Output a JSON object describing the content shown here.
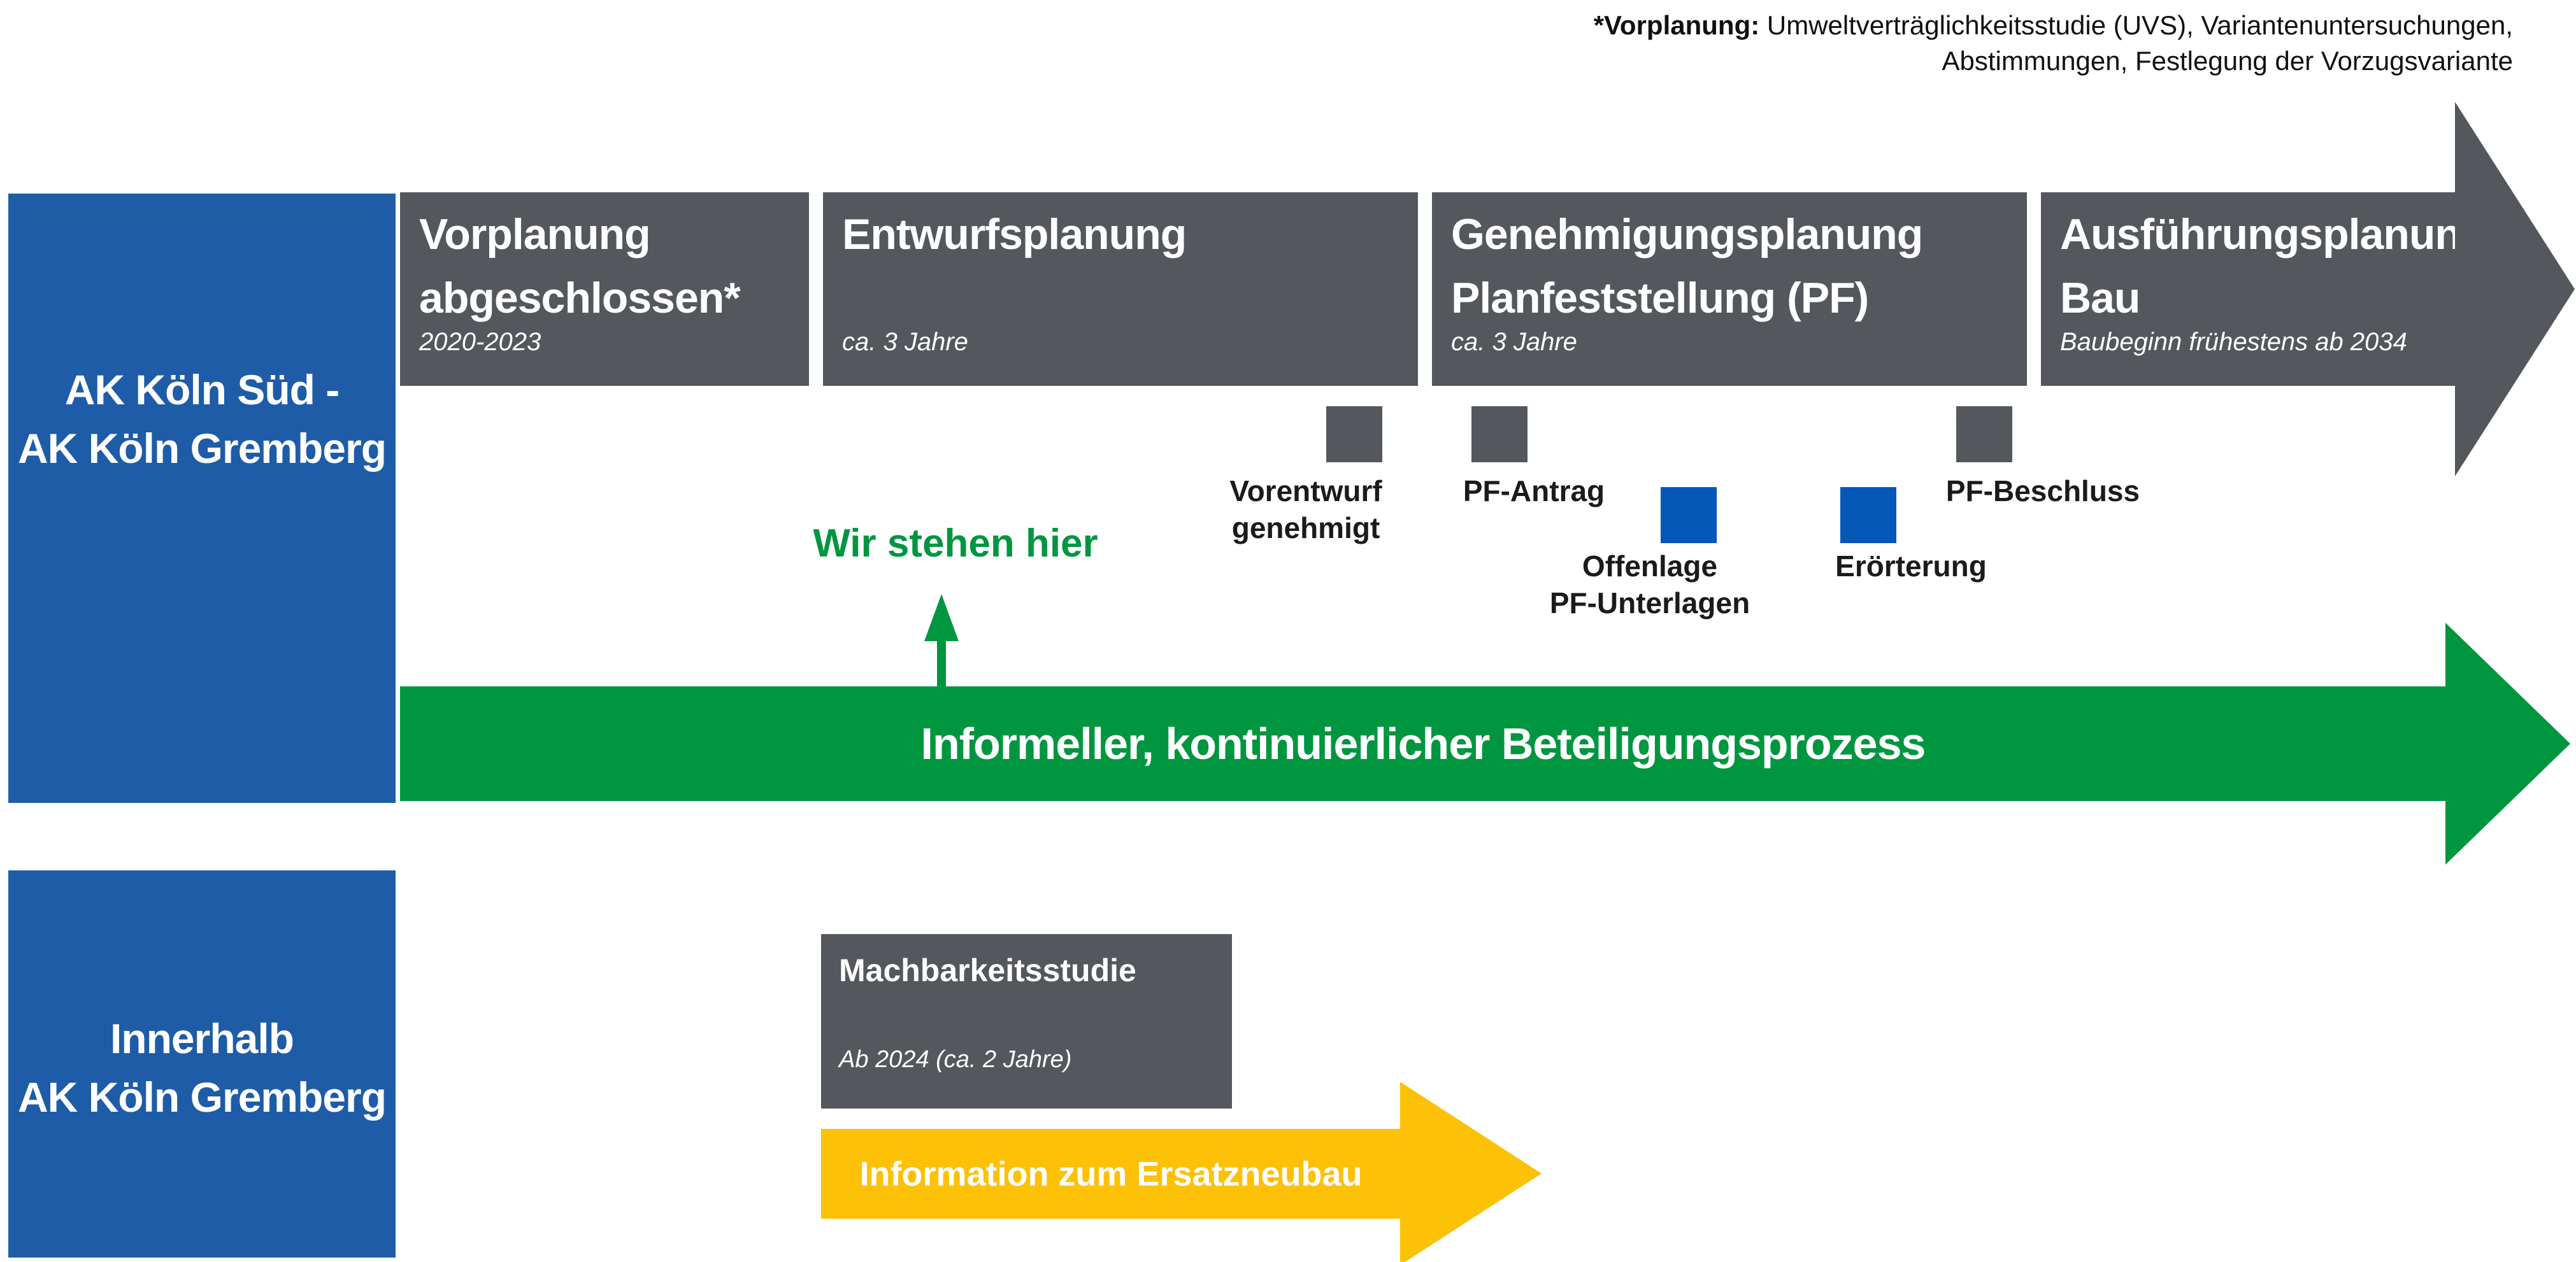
{
  "colors": {
    "lane_blue": "#1E5CA8",
    "milestone_blue": "#0557B8",
    "phase_gray": "#54575B",
    "process_green": "#009640",
    "info_yellow": "#FDC107"
  },
  "footnote": {
    "bold": "*Vorplanung:",
    "rest": "Umweltverträglichkeitsstudie (UVS), Variantenuntersuchungen,",
    "line2": "Abstimmungen, Festlegung der Vorzugsvariante"
  },
  "lanes": [
    {
      "line1": "AK Köln Süd -",
      "line2": "AK Köln Gremberg"
    },
    {
      "line1": "Innerhalb",
      "line2": "AK Köln Gremberg"
    }
  ],
  "phases": [
    {
      "title1": "Vorplanung",
      "title2": "abgeschlossen*",
      "subtitle": "2020-2023"
    },
    {
      "title1": "Entwurfsplanung",
      "title2": "",
      "subtitle": "ca. 3 Jahre"
    },
    {
      "title1": "Genehmigungsplanung",
      "title2": "Planfeststellung (PF)",
      "subtitle": "ca. 3 Jahre"
    },
    {
      "title1": "Ausführungsplanung",
      "title2": "Bau",
      "subtitle": "Baubeginn frühestens ab 2034"
    }
  ],
  "milestones": [
    {
      "line1": "Vorentwurf",
      "line2": "genehmigt",
      "color": "gray"
    },
    {
      "line1": "PF-Antrag",
      "line2": "",
      "color": "gray"
    },
    {
      "line1": "Offenlage",
      "line2": "PF-Unterlagen",
      "color": "blue"
    },
    {
      "line1": "Erörterung",
      "line2": "",
      "color": "blue"
    },
    {
      "line1": "PF-Beschluss",
      "line2": "",
      "color": "gray"
    }
  ],
  "status_marker": {
    "text": "Wir stehen hier"
  },
  "participation_arrow": {
    "text": "Informeller, kontinuierlicher Beteiligungsprozess"
  },
  "feasibility": {
    "title": "Machbarkeitsstudie",
    "subtitle": "Ab 2024 (ca. 2 Jahre)"
  },
  "info_arrow": {
    "text": "Information zum Ersatzneubau"
  }
}
